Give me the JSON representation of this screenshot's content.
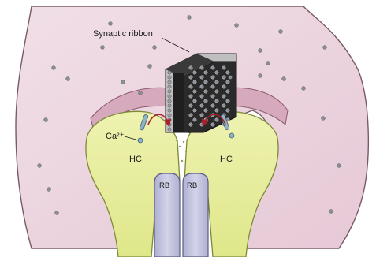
{
  "diagram": {
    "labels": {
      "synaptic_ribbon": "Synaptic ribbon",
      "calcium": "Ca²⁺",
      "hc_left": "HC",
      "hc_right": "HC",
      "rb_left": "RB",
      "rb_right": "RB"
    },
    "colors": {
      "terminal_fill": "#ecd5df",
      "terminal_stroke": "#7a5a68",
      "membrane_band": "#c99aae",
      "hc_fill": "#e7ee9c",
      "hc_stroke": "#7d8a3a",
      "rb_fill": "#c2c4de",
      "ribbon_fill": "#2a2a2a",
      "vesicle_fill": "#8a8e96",
      "arrow": "#a8202a",
      "channel": "#8fb3c8"
    }
  }
}
